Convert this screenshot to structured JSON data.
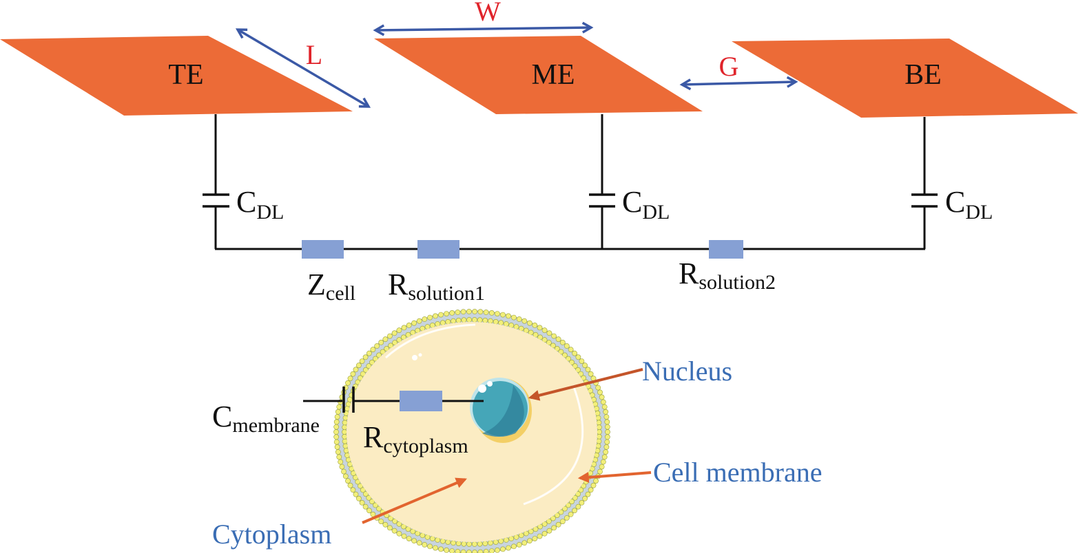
{
  "colors": {
    "electrode": "#ec6b37",
    "dimension_arrow": "#3b59a6",
    "dimension_label": "#e0242b",
    "wire": "#111111",
    "resistor": "#86a0d4",
    "cytoplasm": "#fbecc3",
    "membrane_head": "#f2ef7a",
    "membrane_tail": "#c8d4de",
    "nucleus": "#45a6b8",
    "nucleus_dark": "#2f7f98",
    "bio_label": "#3a6db4",
    "pointer_arrow": "#e2642f"
  },
  "electrodes": [
    {
      "id": "te",
      "label": "TE"
    },
    {
      "id": "me",
      "label": "ME"
    },
    {
      "id": "be",
      "label": "BE"
    }
  ],
  "dimensions": {
    "length": "L",
    "width": "W",
    "gap": "G"
  },
  "capacitors": [
    {
      "main": "C",
      "sub": "DL"
    },
    {
      "main": "C",
      "sub": "DL"
    },
    {
      "main": "C",
      "sub": "DL"
    }
  ],
  "impedances": [
    {
      "main": "Z",
      "sub": "cell"
    },
    {
      "main": "R",
      "sub": "solution1"
    },
    {
      "main": "R",
      "sub": "solution2"
    }
  ],
  "cell_model": {
    "membrane_capacitance": {
      "main": "C",
      "sub": "membrane"
    },
    "cytoplasm_resistance": {
      "main": "R",
      "sub": "cytoplasm"
    },
    "labels": {
      "nucleus": "Nucleus",
      "cell_membrane": "Cell membrane",
      "cytoplasm": "Cytoplasm"
    }
  }
}
